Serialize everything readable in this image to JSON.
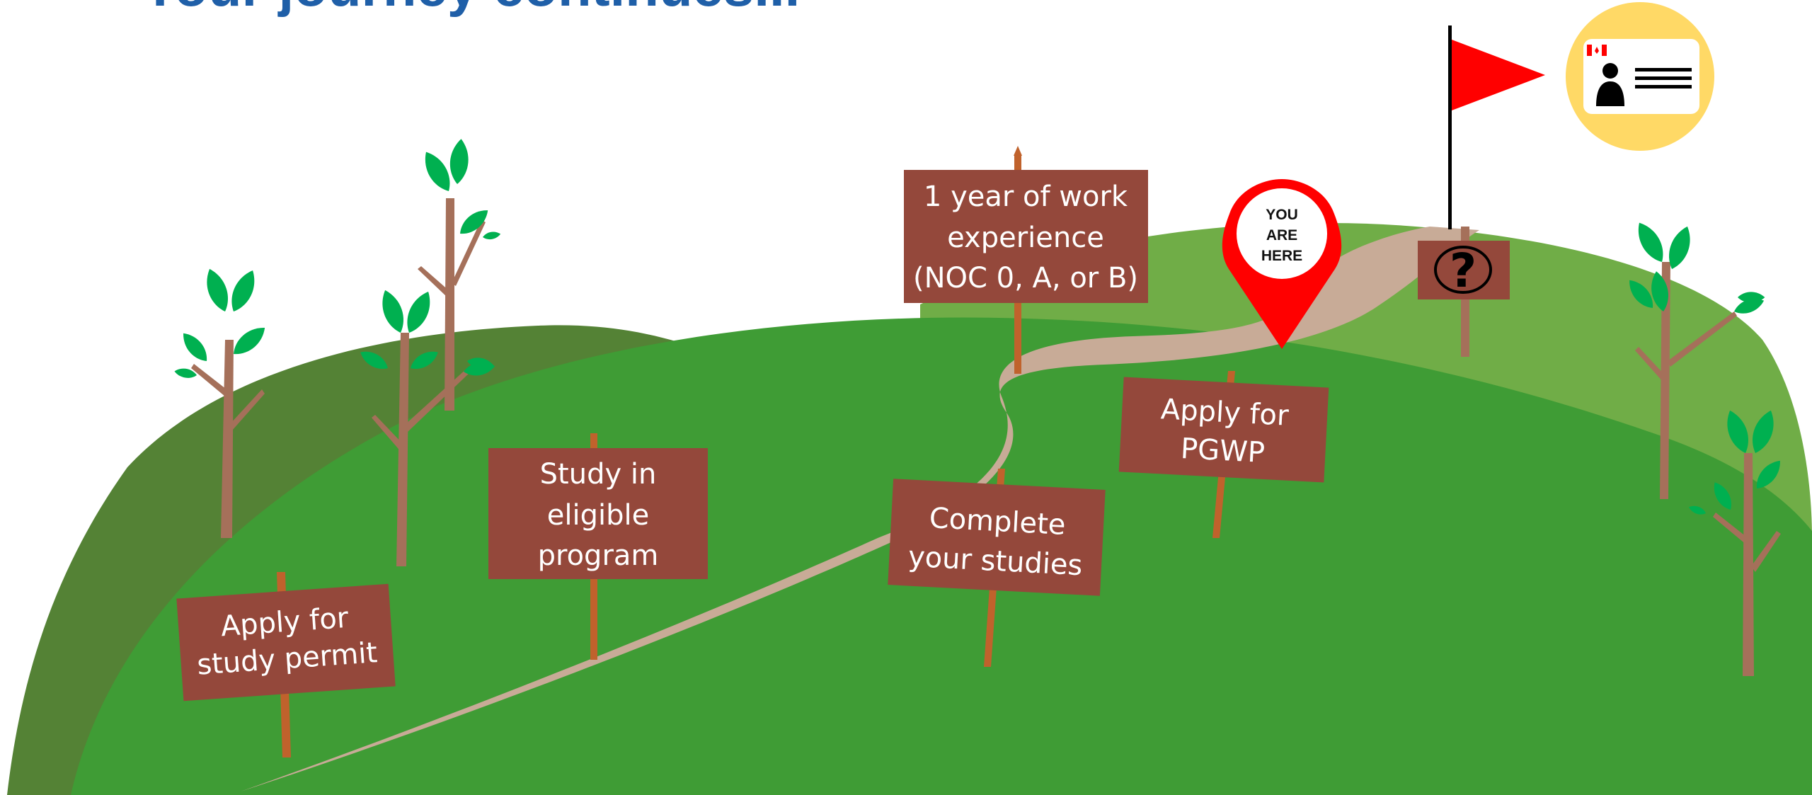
{
  "title": "Your journey continues...",
  "pin": {
    "lines": [
      "YOU",
      "ARE",
      "HERE"
    ]
  },
  "signs": {
    "study_permit": {
      "lines": [
        "Apply for",
        "study permit"
      ]
    },
    "study_program": {
      "lines": [
        "Study in",
        "eligible",
        "program"
      ]
    },
    "complete_studies": {
      "lines": [
        "Complete",
        "your studies"
      ]
    },
    "pgwp": {
      "lines": [
        "Apply for",
        "PGWP"
      ]
    },
    "work_experience": {
      "lines": [
        "1 year of work",
        "experience",
        "(NOC 0, A, or B)"
      ]
    },
    "question": {
      "symbol": "?"
    }
  },
  "colors": {
    "sign": "#94483b",
    "post": "#c0622c",
    "path": "#c8ab97",
    "hill_dark": "#548235",
    "hill_main": "#3f9c35",
    "hill_light": "#70ad47",
    "leaf": "#00b050",
    "trunk": "#a5705a",
    "flag": "#ff0000",
    "pin": "#ff0000",
    "badge": "#ffd966",
    "title": "#1f5fa8"
  },
  "icons": [
    "flag-icon",
    "location-pin-icon",
    "id-card-icon",
    "canada-flag-icon",
    "person-icon",
    "question-mark-icon",
    "tree-icon"
  ]
}
